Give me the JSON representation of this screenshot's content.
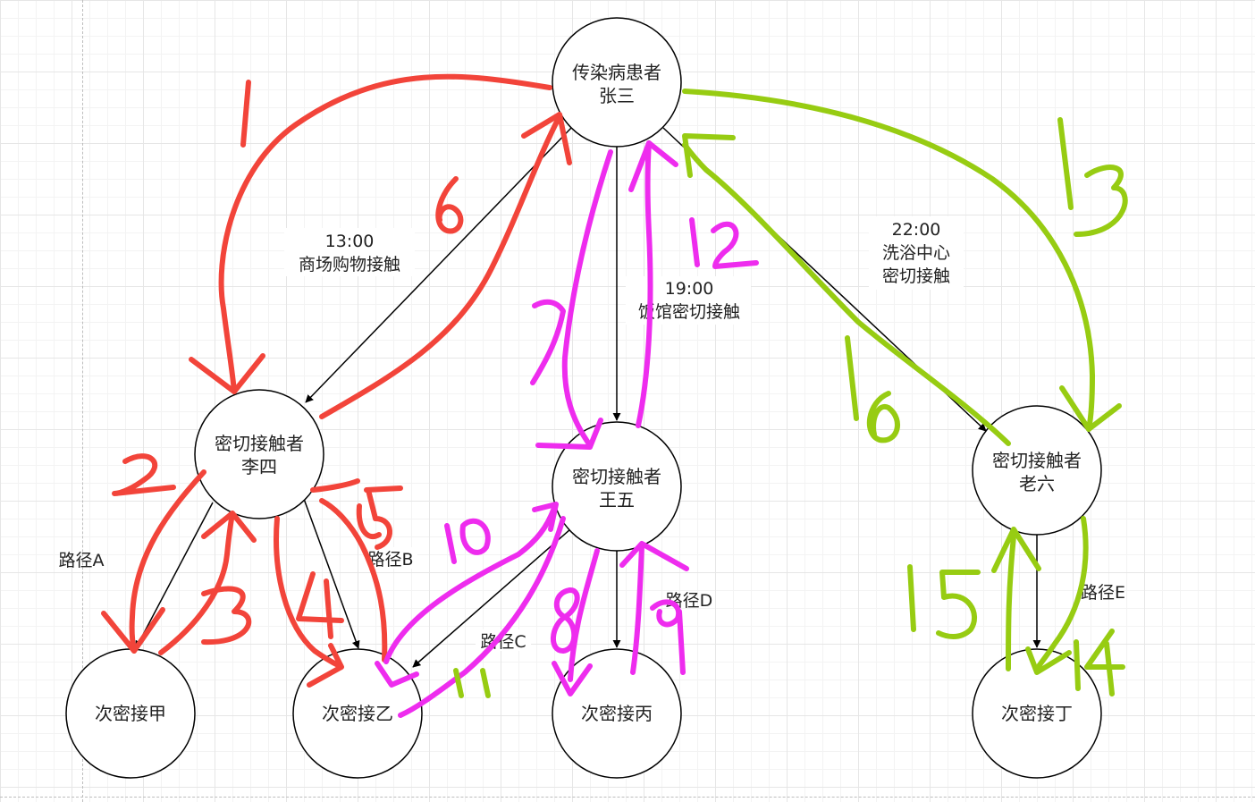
{
  "nodes": [
    {
      "id": "zhangsan",
      "lines": [
        "传染病患者",
        "张三"
      ]
    },
    {
      "id": "lisi",
      "lines": [
        "密切接触者",
        "李四"
      ]
    },
    {
      "id": "wangwu",
      "lines": [
        "密切接触者",
        "王五"
      ]
    },
    {
      "id": "laoliu",
      "lines": [
        "密切接触者",
        "老六"
      ]
    },
    {
      "id": "jia",
      "lines": [
        "次密接甲"
      ]
    },
    {
      "id": "yi",
      "lines": [
        "次密接乙"
      ]
    },
    {
      "id": "bing",
      "lines": [
        "次密接丙"
      ]
    },
    {
      "id": "ding",
      "lines": [
        "次密接丁"
      ]
    }
  ],
  "edges": [
    {
      "from": "zhangsan",
      "to": "lisi",
      "lines": [
        "13:00",
        "商场购物接触"
      ]
    },
    {
      "from": "zhangsan",
      "to": "wangwu",
      "lines": [
        "19:00",
        "饭馆密切接触"
      ]
    },
    {
      "from": "zhangsan",
      "to": "laoliu",
      "lines": [
        "22:00",
        "洗浴中心",
        "密切接触"
      ]
    },
    {
      "from": "lisi",
      "to": "jia",
      "lines": [
        "路径A"
      ]
    },
    {
      "from": "lisi",
      "to": "yi",
      "lines": [
        "路径B"
      ]
    },
    {
      "from": "wangwu",
      "to": "yi",
      "lines": [
        "路径C"
      ]
    },
    {
      "from": "wangwu",
      "to": "bing",
      "lines": [
        "路径D"
      ]
    },
    {
      "from": "laoliu",
      "to": "ding",
      "lines": [
        "路径E"
      ]
    }
  ],
  "annotation_colors": {
    "red": "#f2443a",
    "magenta": "#ee2cee",
    "green": "#97cc12"
  }
}
